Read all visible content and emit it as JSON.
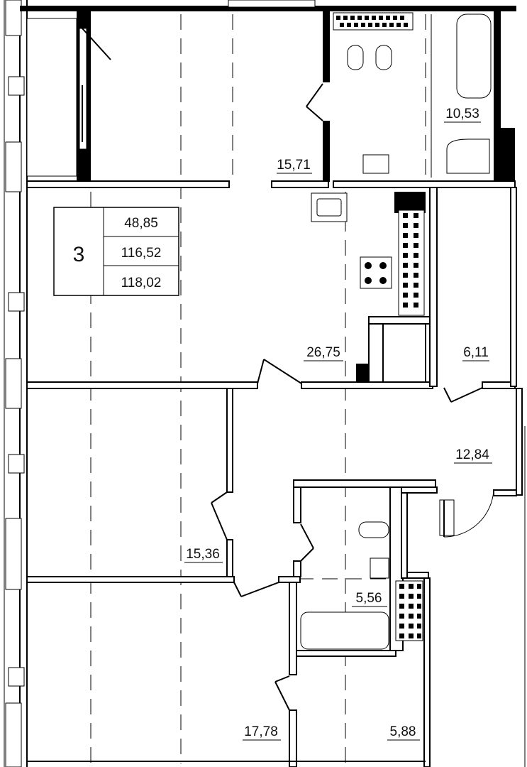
{
  "summary": {
    "rooms": "3",
    "living_area": "48,85",
    "total_area": "116,52",
    "total_area_with_balcony": "118,02"
  },
  "room_areas": {
    "room_top": "15,71",
    "bathroom_top": "10,53",
    "kitchen_living": "26,75",
    "storage": "6,11",
    "hall": "12,84",
    "bedroom_middle": "15,36",
    "bathroom_small": "5,56",
    "bedroom_bottom": "17,78",
    "dressing": "5,88"
  }
}
